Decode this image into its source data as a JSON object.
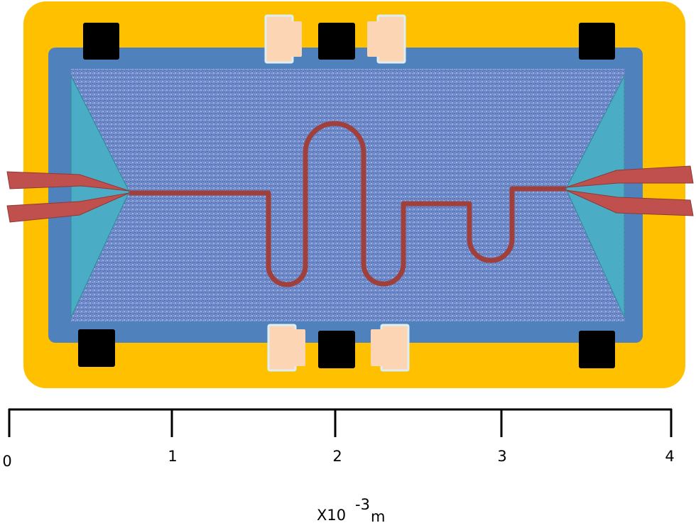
{
  "diagram": {
    "colors": {
      "substrate": "#FFC000",
      "frame": "#4F81BD",
      "textured_area": "#6E89C9",
      "triangle_pads": "#4BACC6",
      "trace": "#A0403C",
      "black_pads": "#000000",
      "components": "#FCD5B5"
    },
    "scale": {
      "ticks": [
        "0",
        "1",
        "2",
        "3",
        "4"
      ],
      "unit_prefix": "X10",
      "exponent": "-3",
      "unit": "m"
    }
  }
}
